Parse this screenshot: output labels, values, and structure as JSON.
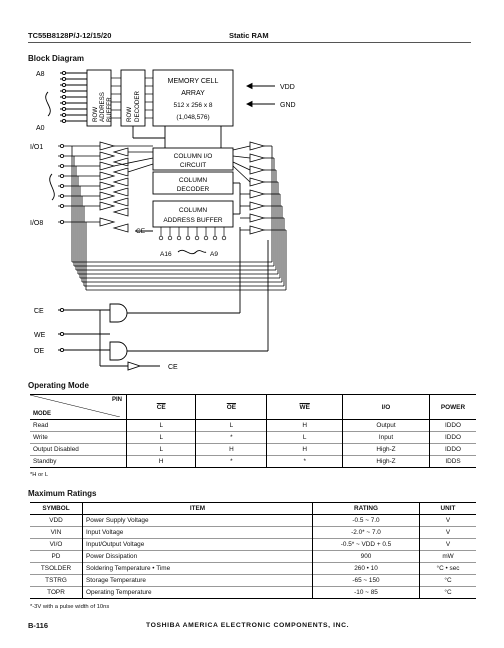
{
  "header": {
    "left": "TC55B8128P/J-12/15/20",
    "center": "Static RAM"
  },
  "block_diagram": {
    "title": "Block Diagram",
    "a8": "A8",
    "a0": "A0",
    "io1": "I/O1",
    "io8": "I/O8",
    "row_address_buffer": [
      "ROW",
      "ADDRESS",
      "BUFFER"
    ],
    "row_decoder": [
      "ROW",
      "DECODER"
    ],
    "memory_cell": [
      "MEMORY CELL",
      "ARRAY",
      "512 x 256 x 8",
      "(1,048,576)"
    ],
    "vdd": "VDD",
    "gnd": "GND",
    "column_io": [
      "COLUMN I/O",
      "CIRCUIT"
    ],
    "column_decoder": [
      "COLUMN",
      "DECODER"
    ],
    "column_address_buffer": [
      "COLUMN",
      "ADDRESS BUFFER"
    ],
    "ce_mid": "CE",
    "a16": "A16",
    "a9": "A9",
    "ce_in": "CE",
    "we_in": "WE",
    "oe_in": "OE",
    "ce_out": "CE"
  },
  "operating_mode": {
    "title": "Operating Mode",
    "pin_label": "PIN",
    "mode_label": "MODE",
    "headers": [
      "CE",
      "OE",
      "WE",
      "I/O",
      "POWER"
    ],
    "rows": [
      [
        "Read",
        "L",
        "L",
        "H",
        "Output",
        "IDDO"
      ],
      [
        "Write",
        "L",
        "*",
        "L",
        "Input",
        "IDDO"
      ],
      [
        "Output Disabled",
        "L",
        "H",
        "H",
        "High-Z",
        "IDDO"
      ],
      [
        "Standby",
        "H",
        "*",
        "*",
        "High-Z",
        "IDDS"
      ]
    ],
    "note": "*H or L"
  },
  "max_ratings": {
    "title": "Maximum Ratings",
    "headers": [
      "SYMBOL",
      "ITEM",
      "RATING",
      "UNIT"
    ],
    "rows": [
      [
        "VDD",
        "Power Supply Voltage",
        "-0.5 ~ 7.0",
        "V"
      ],
      [
        "VIN",
        "Input Voltage",
        "-2.0* ~ 7.0",
        "V"
      ],
      [
        "VI/O",
        "Input/Output Voltage",
        "-0.5* ~ VDD + 0.5",
        "V"
      ],
      [
        "PD",
        "Power Dissipation",
        "900",
        "mW"
      ],
      [
        "TSOLDER",
        "Soldering Temperature • Time",
        "260 • 10",
        "°C • sec"
      ],
      [
        "TSTRG",
        "Storage Temperature",
        "-65 ~ 150",
        "°C"
      ],
      [
        "TOPR",
        "Operating Temperature",
        "-10 ~ 85",
        "°C"
      ]
    ],
    "note": "*-3V with a pulse width of 10ns"
  },
  "footer": {
    "page": "B-116",
    "company": "TOSHIBA AMERICA ELECTRONIC COMPONENTS, INC."
  }
}
